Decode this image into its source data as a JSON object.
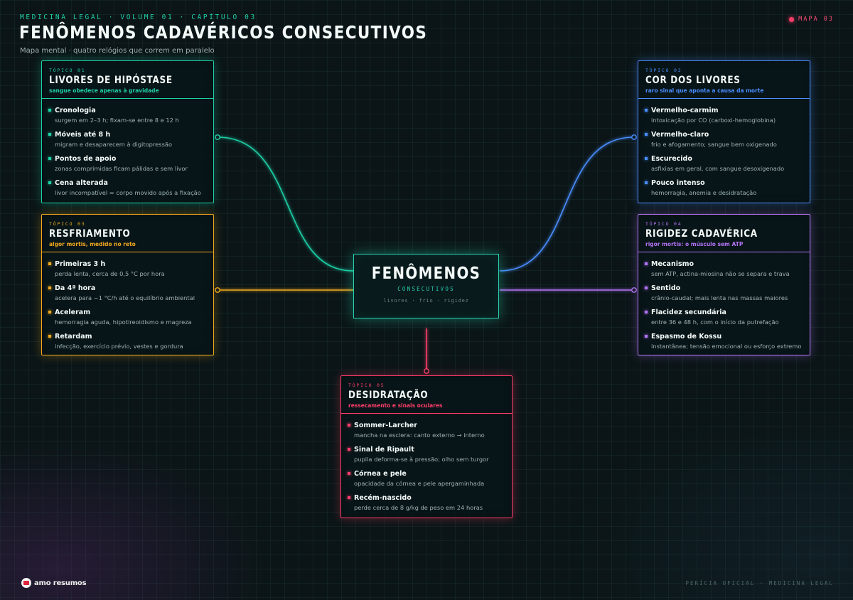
{
  "header": {
    "eyebrow": "MEDICINA LEGAL · VOLUME 01 · CAPÍTULO 03",
    "title": "FENÔMENOS CADAVÉRICOS CONSECUTIVOS",
    "subtitle": "Mapa mental · quatro relógios que correm em paralelo",
    "badge": "MAPA 03"
  },
  "colors": {
    "teal": "#1fd1a8",
    "blue": "#4a8dff",
    "amber": "#f0a91e",
    "purple": "#b373f5",
    "pink": "#ff3d6b"
  },
  "center": {
    "title": "FENÔMENOS",
    "subtitle": "CONSECUTIVOS",
    "tags": "livores · frio · rigidez"
  },
  "topics": [
    {
      "tag": "TÓPICO 01",
      "title": "LIVORES DE HIPÓSTASE",
      "subtitle": "sangue obedece apenas à gravidade",
      "items": [
        {
          "title": "Cronologia",
          "desc": "surgem em 2–3 h; fixam-se entre 8 e 12 h"
        },
        {
          "title": "Móveis até 8 h",
          "desc": "migram e desaparecem à digitopressão"
        },
        {
          "title": "Pontos de apoio",
          "desc": "zonas comprimidas ficam pálidas e sem livor"
        },
        {
          "title": "Cena alterada",
          "desc": "livor incompatível = corpo movido após a fixação"
        }
      ]
    },
    {
      "tag": "TÓPICO 02",
      "title": "COR DOS LIVORES",
      "subtitle": "raro sinal que aponta a causa da morte",
      "items": [
        {
          "title": "Vermelho-carmim",
          "desc": "intoxicação por CO (carboxi-hemoglobina)"
        },
        {
          "title": "Vermelho-claro",
          "desc": "frio e afogamento; sangue bem oxigenado"
        },
        {
          "title": "Escurecido",
          "desc": "asfixias em geral, com sangue desoxigenado"
        },
        {
          "title": "Pouco intenso",
          "desc": "hemorragia, anemia e desidratação"
        }
      ]
    },
    {
      "tag": "TÓPICO 03",
      "title": "RESFRIAMENTO",
      "subtitle": "algor mortis, medido no reto",
      "items": [
        {
          "title": "Primeiras 3 h",
          "desc": "perda lenta, cerca de 0,5 °C por hora"
        },
        {
          "title": "Da 4ª hora",
          "desc": "acelera para ~1 °C/h até o equilíbrio ambiental"
        },
        {
          "title": "Aceleram",
          "desc": "hemorragia aguda, hipotireoidismo e magreza"
        },
        {
          "title": "Retardam",
          "desc": "infecção, exercício prévio, vestes e gordura"
        }
      ]
    },
    {
      "tag": "TÓPICO 04",
      "title": "RIGIDEZ CADAVÉRICA",
      "subtitle": "rigor mortis: o músculo sem ATP",
      "items": [
        {
          "title": "Mecanismo",
          "desc": "sem ATP, actina-miosina não se separa e trava"
        },
        {
          "title": "Sentido",
          "desc": "crânio-caudal; mais lenta nas massas maiores"
        },
        {
          "title": "Flacidez secundária",
          "desc": "entre 36 e 48 h, com o início da putrefação"
        },
        {
          "title": "Espasmo de Kossu",
          "desc": "instantânea; tensão emocional ou esforço extremo"
        }
      ]
    },
    {
      "tag": "TÓPICO 05",
      "title": "DESIDRATAÇÃO",
      "subtitle": "ressecamento e sinais oculares",
      "items": [
        {
          "title": "Sommer-Larcher",
          "desc": "mancha na esclera: canto externo → interno"
        },
        {
          "title": "Sinal de Ripault",
          "desc": "pupila deforma-se à pressão; olho sem turgor"
        },
        {
          "title": "Córnea e pele",
          "desc": "opacidade da córnea e pele apergaminhada"
        },
        {
          "title": "Recém-nascido",
          "desc": "perde cerca de 8 g/kg de peso em 24 horas"
        }
      ]
    }
  ],
  "footer": {
    "brand": "amo resumos",
    "note": "PERÍCIA OFICIAL · MEDICINA LEGAL"
  }
}
